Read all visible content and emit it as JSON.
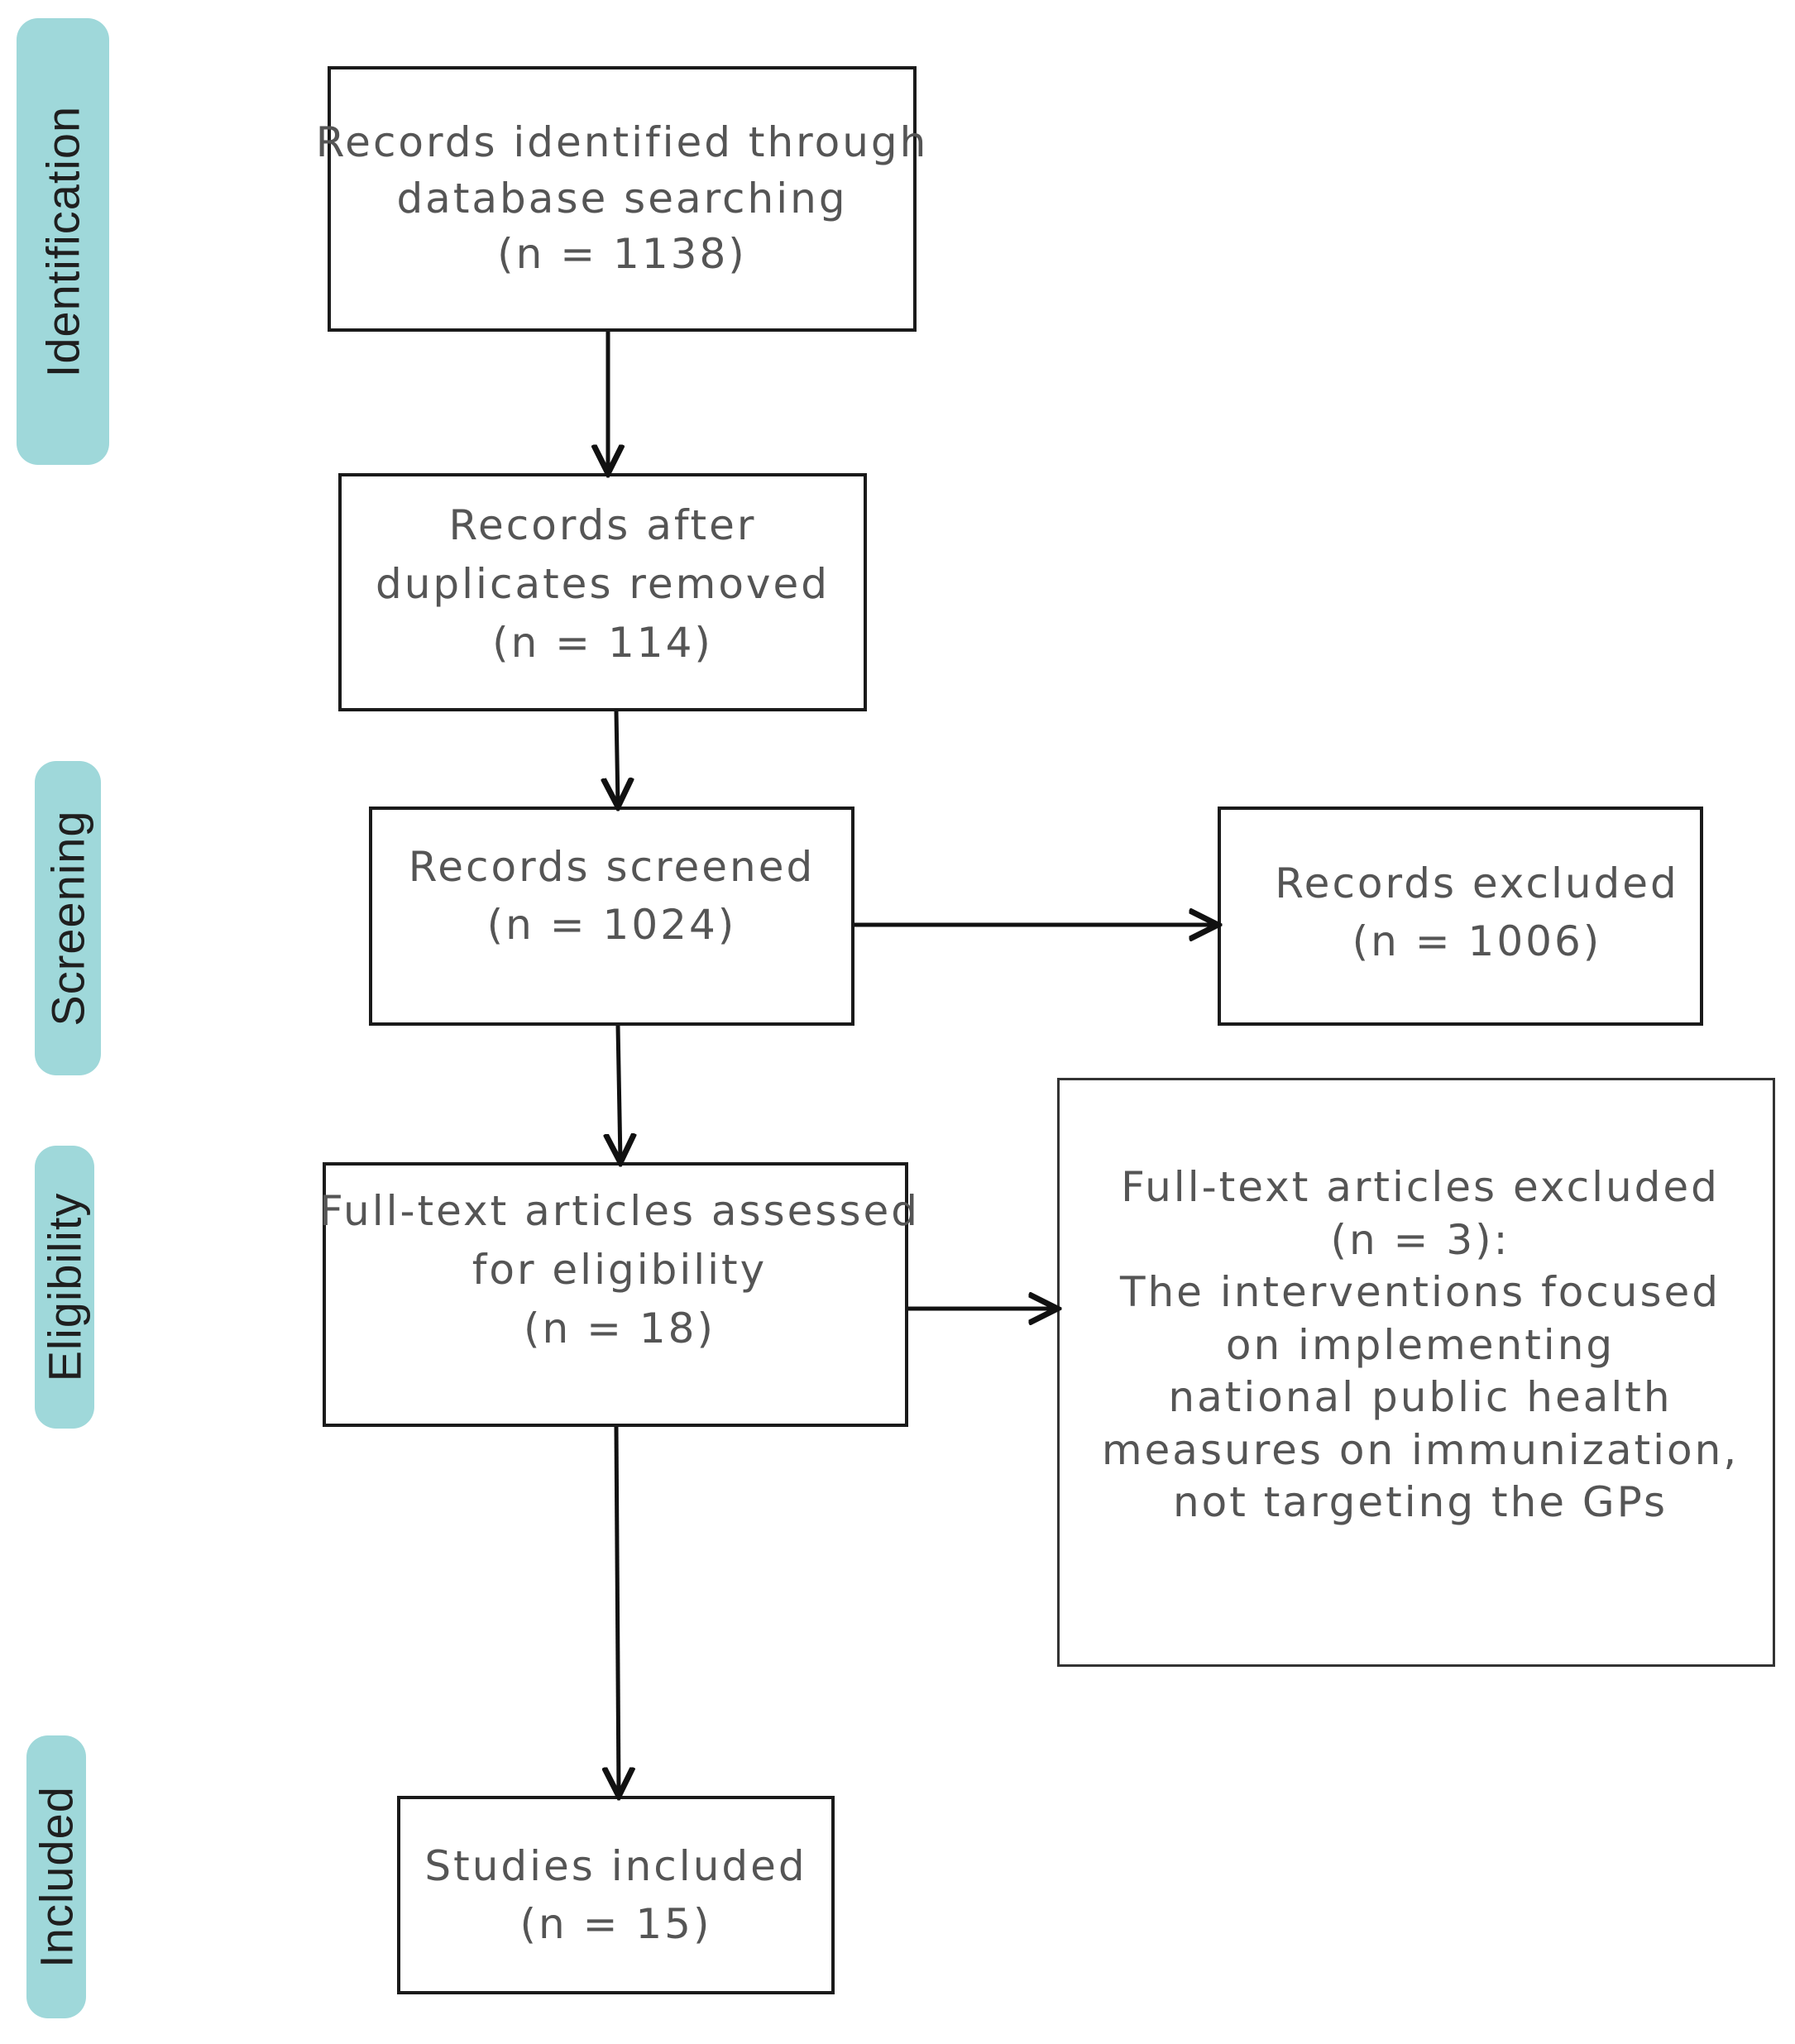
{
  "stages": {
    "identification": "Identification",
    "screening": "Screening",
    "eligibility": "Eligibility",
    "included": "Included"
  },
  "boxes": {
    "identified": {
      "line1": "Records identified through",
      "line2": "database searching",
      "line3": "(n = 1138)"
    },
    "after_duplicates": {
      "line1": "Records after",
      "line2": "duplicates removed",
      "line3": "(n = 114)"
    },
    "screened": {
      "line1": "Records screened",
      "line2": "(n = 1024)"
    },
    "excluded": {
      "line1": "Records excluded",
      "line2": "(n = 1006)"
    },
    "fulltext_assessed": {
      "line1": "Full-text articles assessed",
      "line2": "for eligibility",
      "line3": "(n = 18)"
    },
    "fulltext_excluded": {
      "line1": "Full-text articles excluded",
      "line2": "(n = 3):",
      "line3": "The interventions focused",
      "line4": "on implementing",
      "line5": "national public health",
      "line6": "measures on immunization,",
      "line7": "not targeting the GPs"
    },
    "included": {
      "line1": "Studies included",
      "line2": "(n = 15)"
    }
  },
  "colors": {
    "stage_tab": "#9fd8da",
    "box_border": "#1a1a1a",
    "box_text": "#555555",
    "arrow": "#111111"
  }
}
